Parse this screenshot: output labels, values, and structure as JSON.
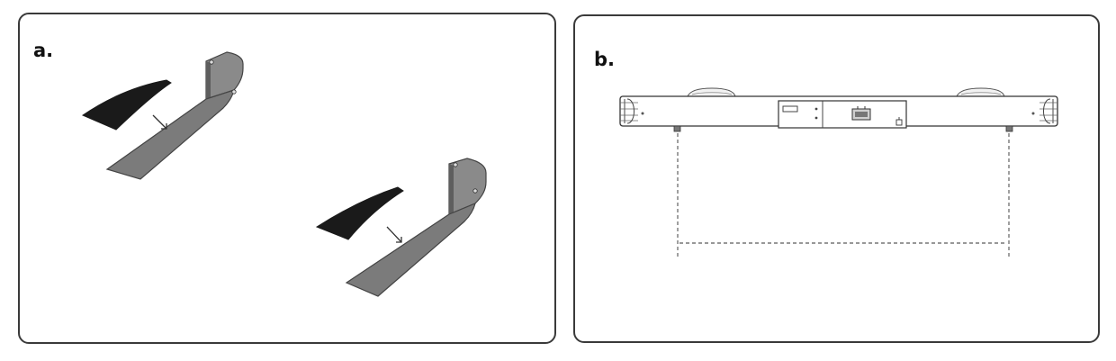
{
  "panels": {
    "a": {
      "label": "a."
    },
    "b": {
      "label": "b."
    }
  },
  "colors": {
    "bracket_fill": "#7b7b7b",
    "bracket_edge": "#4a4a4a",
    "adhesive_pad": "#1a1a1a",
    "outline": "#333333",
    "dashed_guide": "#777777",
    "panel_border": "#3a3a3a"
  },
  "icons": {
    "bracket": "l-shaped-wall-bracket",
    "pad": "adhesive-pad",
    "arrow": "placement-arrow",
    "soundbar": "soundbar-rear-view"
  }
}
